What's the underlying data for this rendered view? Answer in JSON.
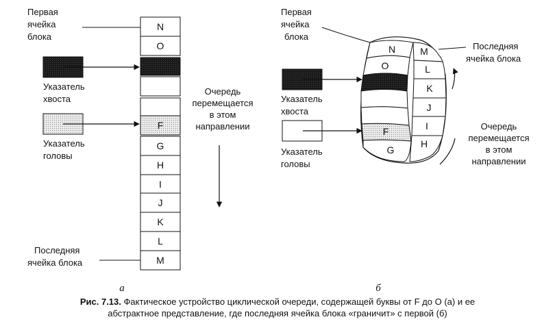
{
  "panel_a": {
    "first_cell_label": [
      "Первая",
      "ячейка",
      "блока"
    ],
    "last_cell_label": [
      "Последняя",
      "ячейка блока"
    ],
    "tail_pointer_label": [
      "Указатель",
      "хвоста"
    ],
    "head_pointer_label": [
      "Указатель",
      "головы"
    ],
    "direction_label": [
      "Очередь",
      "перемещается",
      "в этом",
      "направлении"
    ],
    "cells": [
      "N",
      "O",
      "",
      "",
      "",
      "F",
      "G",
      "H",
      "I",
      "J",
      "K",
      "L",
      "M"
    ],
    "sublabel": "а"
  },
  "panel_b": {
    "first_cell_label": [
      "Первая",
      "ячейка",
      "блока"
    ],
    "last_cell_label": [
      "Последняя",
      "ячейка блока"
    ],
    "tail_pointer_label": [
      "Указатель",
      "хвоста"
    ],
    "head_pointer_label": [
      "Указатель",
      "головы"
    ],
    "direction_label": [
      "Очередь",
      "перемещается",
      "в этом",
      "направлении"
    ],
    "front_cells": [
      "N",
      "O",
      "",
      "",
      "",
      "F",
      "G"
    ],
    "side_cells": [
      "M",
      "L",
      "K",
      "J",
      "I",
      "H"
    ],
    "sublabel": "б"
  },
  "caption": {
    "prefix": "Рис. 7.13.",
    "line1": "Фактическое устройство циклической очереди, содержащей буквы от F до O (а) и ее",
    "line2": "абстрактное представление, где последняя ячейка блока «граничит» с первой (б)"
  },
  "colors": {
    "ink": "#111111",
    "tail_fill": "#1a1a1a",
    "head_fill": "#e2e2e2"
  }
}
